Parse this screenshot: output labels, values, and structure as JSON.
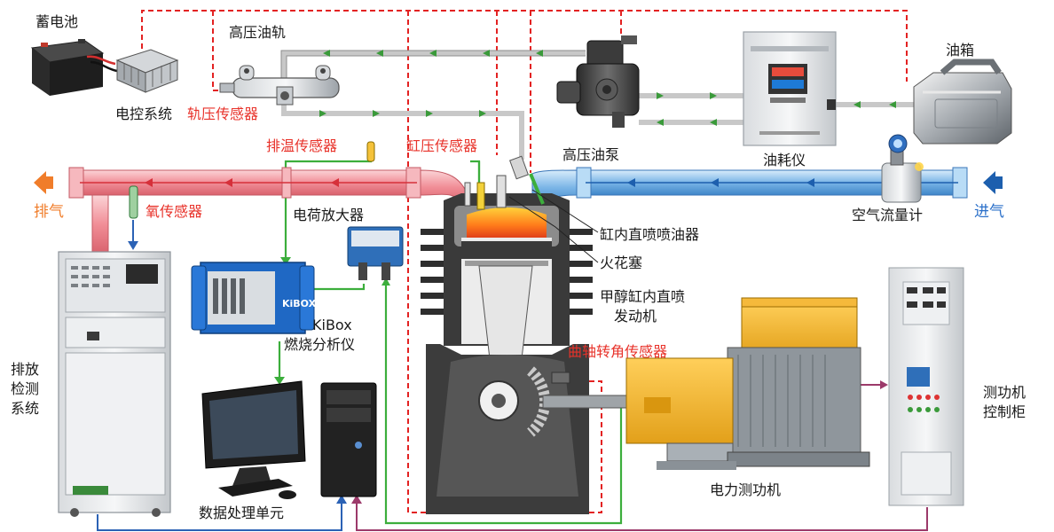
{
  "labels": {
    "battery": "蓄电池",
    "ecu": "电控系统",
    "rail_sensor": "轨压传感器",
    "rail": "高压油轨",
    "exhaust_temp_sensor": "排温传感器",
    "cyl_pressure_sensor": "缸压传感器",
    "high_pressure_pump": "高压油泵",
    "fuel_meter": "油耗仪",
    "fuel_tank": "油箱",
    "exhaust": "排气",
    "oxygen_sensor": "氧传感器",
    "charge_amplifier": "电荷放大器",
    "injector": "缸内直喷喷油器",
    "spark_plug": "火花塞",
    "engine_line1": "甲醇缸内直喷",
    "engine_line2": "发动机",
    "crank_sensor": "曲轴转角传感器",
    "kibox_line1": "KiBox",
    "kibox_line2": "燃烧分析仪",
    "kibox_logo": "KiBOX",
    "emission_line1": "排放",
    "emission_line2": "检测",
    "emission_line3": "系统",
    "data_unit": "数据处理单元",
    "dyno": "电力测功机",
    "airflow_meter": "空气流量计",
    "intake": "进气",
    "dyno_ctrl_line1": "测功机",
    "dyno_ctrl_line2": "控制柜"
  },
  "colors": {
    "red_label": "#e8322a",
    "black_label": "#1a1a1a",
    "blue_label": "#2a6fc9",
    "exhaust_arrow": "#f07d2a",
    "exhaust_pipe": "#f4a0a6",
    "intake_pipe": "#8fc4ee",
    "flow_red": "#d6303a",
    "flow_blue": "#1d5fae",
    "signal_green": "#3cae3c",
    "signal_blue": "#2b62b5",
    "signal_purple": "#9c3a6a",
    "signal_red_dash": "#e32222",
    "fuel_line": "#c8c8c8",
    "fuel_arrow": "#3a9a3a"
  }
}
